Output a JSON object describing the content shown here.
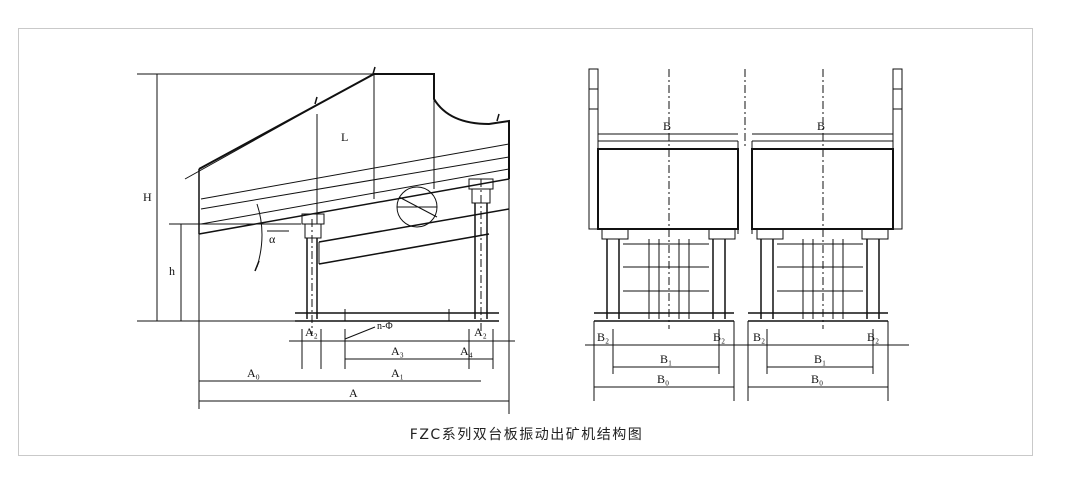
{
  "caption": "FZC系列双台板振动出矿机结构图",
  "side_view": {
    "dim_H": "H",
    "dim_h": "h",
    "dim_L": "L",
    "angle": "α",
    "count_note": "n-Φ",
    "dim_A2_left": "A₂",
    "dim_A2_right": "A₂",
    "dim_A3": "A₃",
    "dim_A4": "A₄",
    "dim_A0": "A₀",
    "dim_A1": "A₁",
    "dim_A": "A"
  },
  "front_view": {
    "dim_B_left": "B",
    "dim_B_right": "B",
    "dim_B2_1": "B₂",
    "dim_B2_2": "B₂",
    "dim_B2_3": "B₂",
    "dim_B2_4": "B₂",
    "dim_B1_left": "B₁",
    "dim_B1_right": "B₁",
    "dim_B0_left": "B₀",
    "dim_B0_right": "B₀"
  }
}
